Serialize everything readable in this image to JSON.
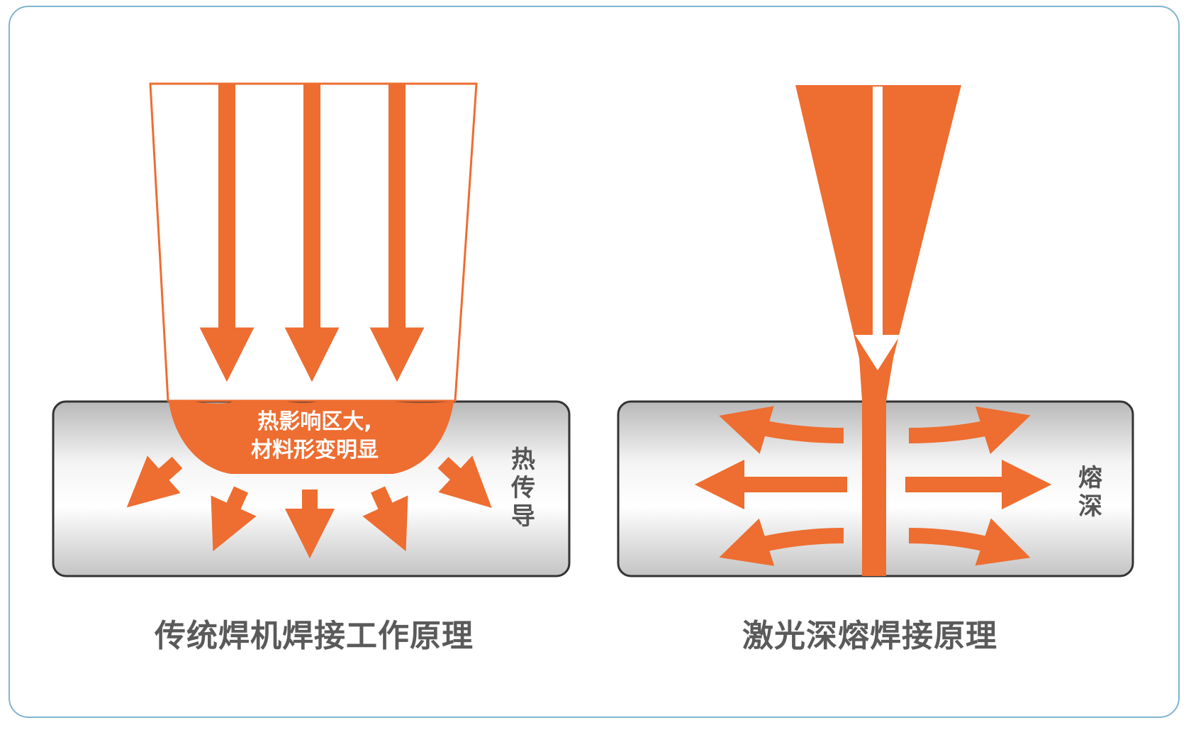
{
  "colors": {
    "accent": "#ee6d30",
    "frame": "#7fb4d2",
    "caption_text": "#5a5a5a"
  },
  "left_panel": {
    "heat_zone_label_line1": "热影响区大,",
    "heat_zone_label_line2": "材料形变明显",
    "side_label": "热传导",
    "caption": "传统焊机焊接工作原理"
  },
  "right_panel": {
    "side_label": "熔深",
    "caption": "激光深熔焊接原理"
  }
}
